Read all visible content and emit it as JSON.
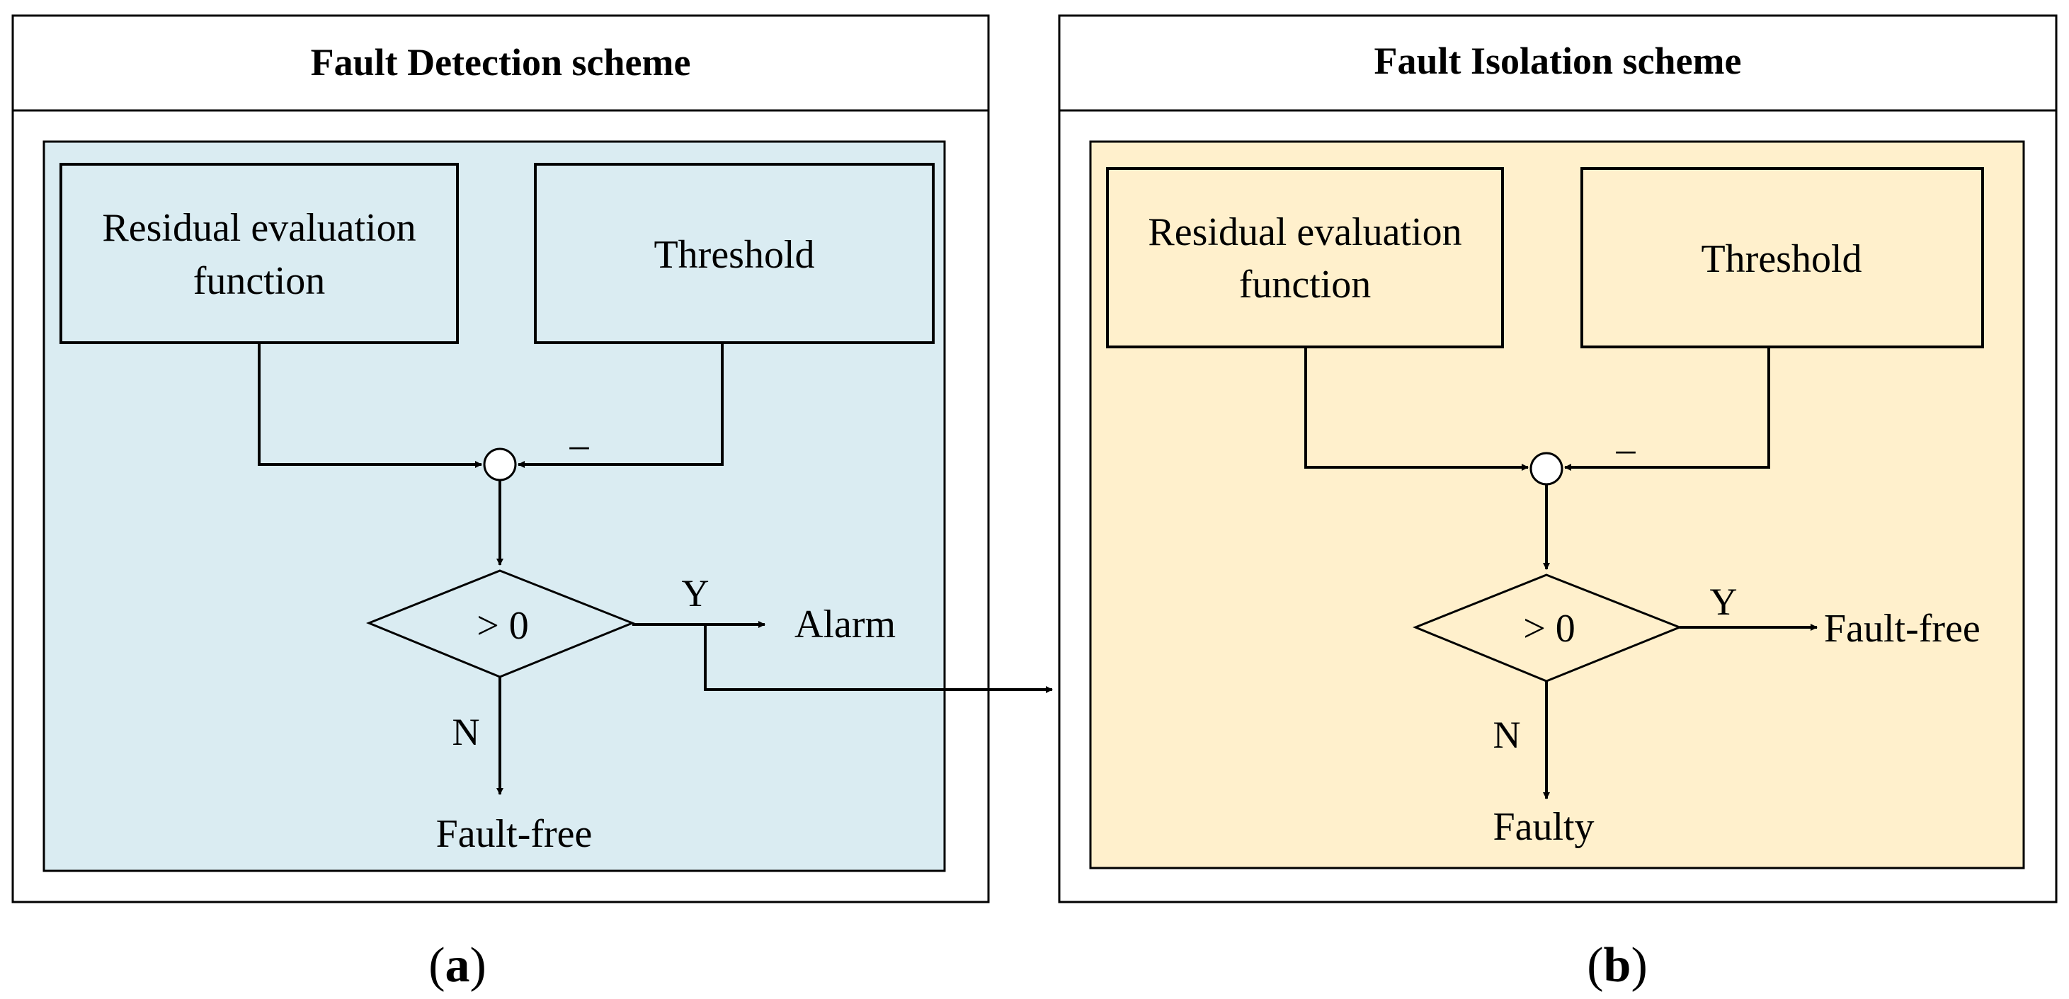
{
  "colors": {
    "detection_fill": "#daecf2",
    "isolation_fill": "#fff0cc",
    "stroke": "#000000",
    "background": "#ffffff"
  },
  "panels": {
    "detection": {
      "title": "Fault Detection scheme",
      "residual_line1": "Residual evaluation",
      "residual_line2": "function",
      "threshold": "Threshold",
      "minus": "–",
      "decision": "> 0",
      "yes": "Y",
      "no": "N",
      "yes_outcome": "Alarm",
      "no_outcome": "Fault-free",
      "caption_open": "(",
      "caption_letter": "a",
      "caption_close": ")"
    },
    "isolation": {
      "title": "Fault Isolation scheme",
      "residual_line1": "Residual evaluation",
      "residual_line2": "function",
      "threshold": "Threshold",
      "minus": "–",
      "decision": "> 0",
      "yes": "Y",
      "no": "N",
      "yes_outcome": "Fault-free",
      "no_outcome": "Faulty",
      "caption_open": "(",
      "caption_letter": "b",
      "caption_close": ")"
    }
  }
}
